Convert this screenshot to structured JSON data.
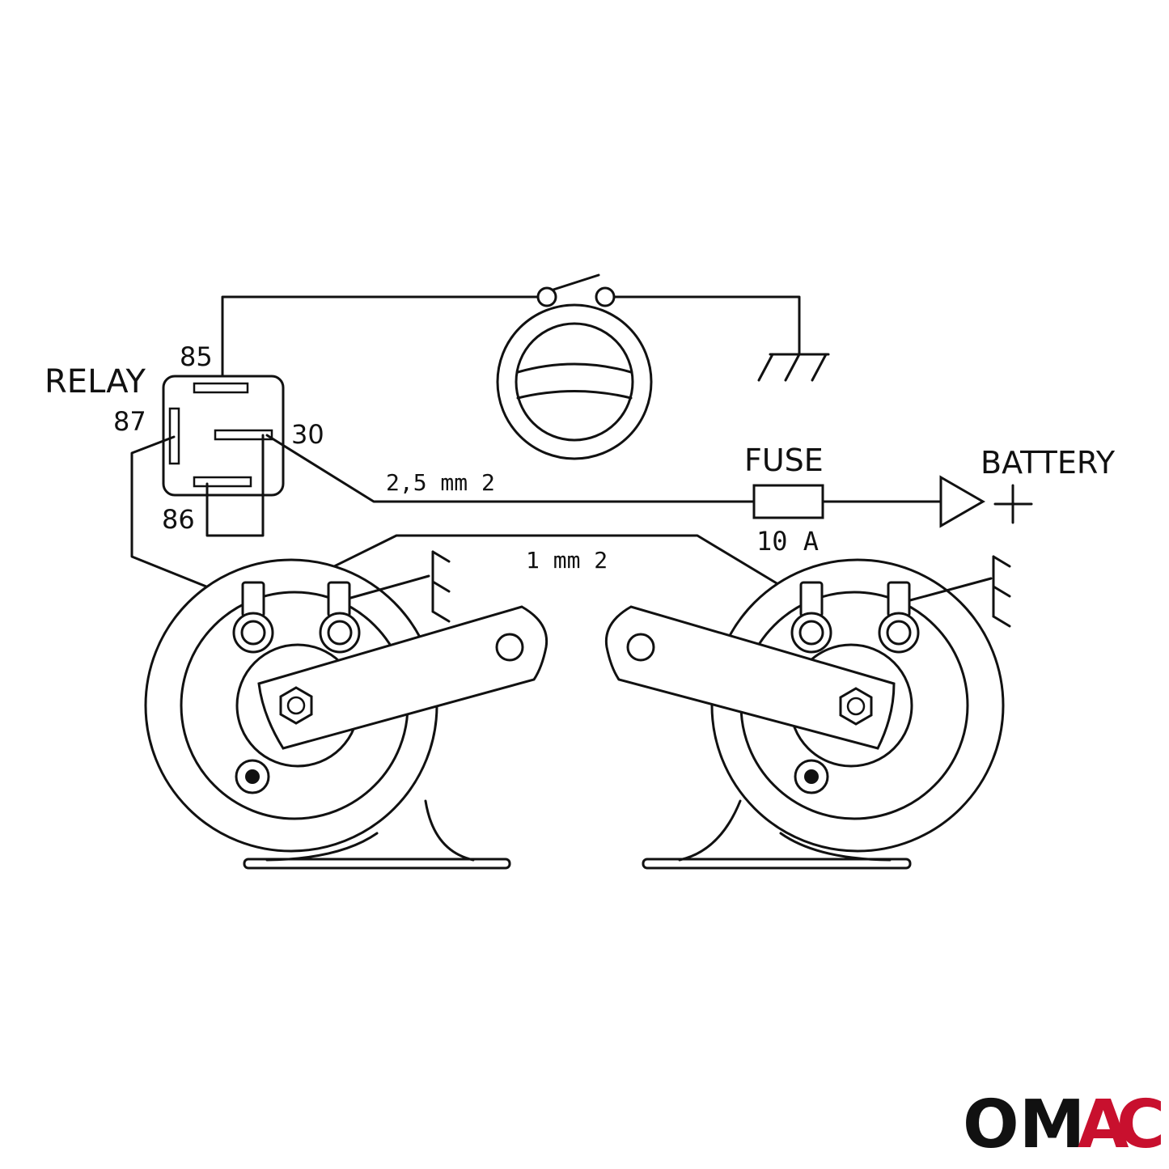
{
  "labels": {
    "relay": "RELAY",
    "pin85": "85",
    "pin87": "87",
    "pin30": "30",
    "pin86": "86",
    "fuse": "FUSE",
    "fuse_rating": "10 A",
    "battery": "BATTERY",
    "battery_plus": "+",
    "wire_main": "2,5 mm 2",
    "wire_horn": "1 mm 2"
  },
  "logo": {
    "om": "OM",
    "a": "A",
    "c": "C",
    "dark_color": "#111111",
    "accent_color": "#c8102e"
  }
}
